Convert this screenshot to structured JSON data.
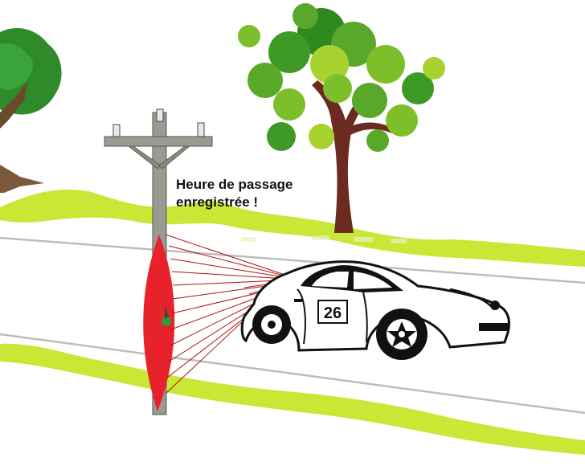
{
  "caption": {
    "line1": "Heure de passage",
    "line2": "enregistrée !"
  },
  "car": {
    "race_number": "26"
  },
  "icons": [
    "tree",
    "utility-pole",
    "radar-detector",
    "sports-car",
    "laser-beam"
  ],
  "colors": {
    "grass": "#c6e62a",
    "detector": "#e8222a",
    "beam": "#b01010",
    "trunk": "#6b2b20",
    "foliage": "#7cbf2a",
    "road_line": "#bdbdbd",
    "pole": "#9a9a90"
  }
}
